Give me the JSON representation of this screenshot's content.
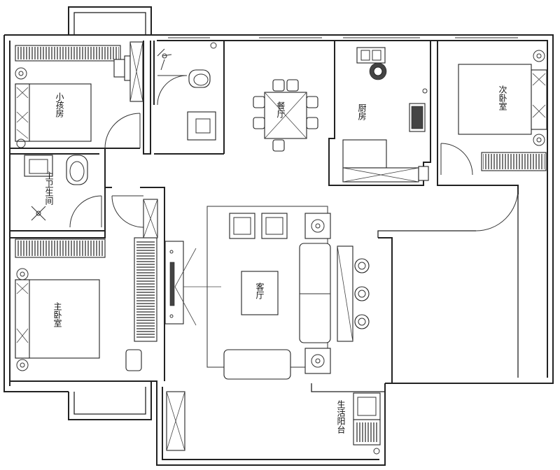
{
  "rooms": {
    "study": "小孩房",
    "master_bath": "主卫生间",
    "master_bedroom": "主卧室",
    "dining": "餐厅",
    "kitchen": "厨房",
    "second_bedroom": "次卧室",
    "living": "客厅",
    "service_balcony": "生活阳台"
  }
}
